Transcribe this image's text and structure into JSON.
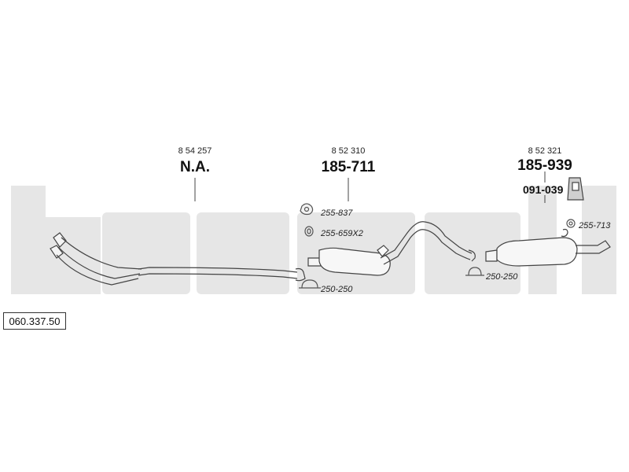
{
  "reference_number": "060.337.50",
  "watermark": {
    "text": "bosal",
    "color": "#e6e6e6"
  },
  "components": [
    {
      "name": "front-pipe",
      "oem_number": "8 54 257",
      "part_number": "N.A."
    },
    {
      "name": "centre-silencer",
      "oem_number": "8 52 310",
      "part_number": "185-711"
    },
    {
      "name": "rear-silencer",
      "oem_number": "8 52 321",
      "part_number": "185-939",
      "extra_part": "091-039"
    }
  ],
  "fittings": [
    {
      "label": "255-837"
    },
    {
      "label": "255-659X2"
    },
    {
      "label": "250-250"
    },
    {
      "label": "250-250"
    },
    {
      "label": "255-713"
    }
  ]
}
